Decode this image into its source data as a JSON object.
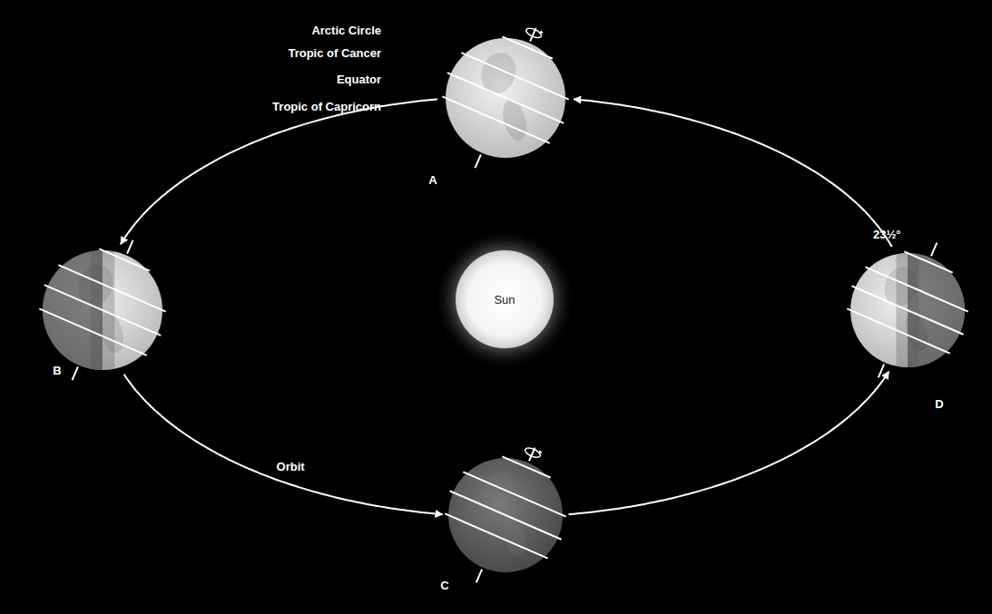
{
  "diagram": {
    "nodes": [
      {
        "text": [
          "A"
        ]
      },
      {
        "text": [
          "B"
        ]
      },
      {
        "text": [
          "Sun"
        ]
      },
      {
        "text": [
          "C"
        ]
      },
      {
        "text": [
          "D"
        ]
      }
    ],
    "edges": [
      {
        "from": 0,
        "to": 1,
        "arrow": "to"
      },
      {
        "from": 1,
        "to": 3,
        "label": "Orbit",
        "arrow": "to"
      },
      {
        "from": 3,
        "to": 4,
        "arrow": "to"
      },
      {
        "from": 4,
        "to": 0,
        "arrow": "to"
      }
    ],
    "labels": [
      "Arctic Circle",
      "Tropic of Cancer",
      "Equator",
      "Tropic of Capricorn",
      "23½°"
    ]
  }
}
